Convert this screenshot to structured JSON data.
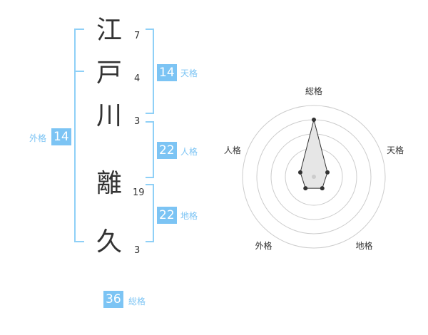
{
  "name": {
    "chars": [
      {
        "char": "江",
        "strokes": "7"
      },
      {
        "char": "戸",
        "strokes": "4"
      },
      {
        "char": "川",
        "strokes": "3"
      },
      {
        "char": "離",
        "strokes": "19"
      },
      {
        "char": "久",
        "strokes": "3"
      }
    ]
  },
  "scores": {
    "tenkaku": {
      "value": "14",
      "label": "天格"
    },
    "jinkaku": {
      "value": "22",
      "label": "人格"
    },
    "chikaku": {
      "value": "22",
      "label": "地格"
    },
    "gaikaku": {
      "value": "14",
      "label": "外格"
    },
    "soukaku": {
      "value": "36",
      "label": "総格"
    }
  },
  "colors": {
    "accent": "#7cc4f4",
    "bracket": "#8fd0f7",
    "text": "#333333"
  },
  "chart_data": {
    "type": "radar",
    "axes": [
      "総格",
      "天格",
      "地格",
      "外格",
      "人格"
    ],
    "values": [
      4,
      1,
      1,
      1,
      1
    ],
    "max": 5,
    "grid": true
  }
}
